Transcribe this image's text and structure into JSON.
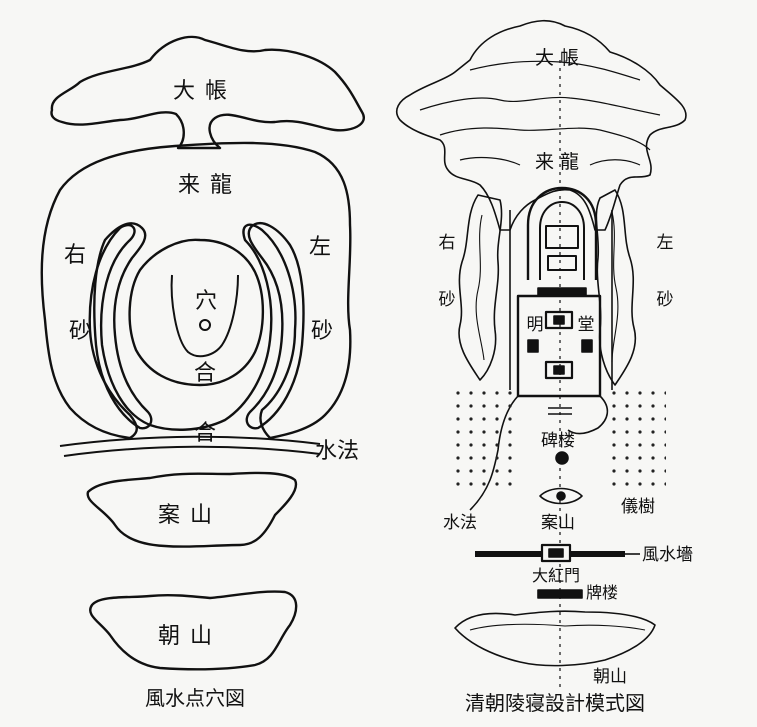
{
  "left_diagram": {
    "title": "風水点穴図",
    "labels": {
      "dachang": "大帳",
      "lailong": "来龍",
      "you": "右",
      "sha_r": "砂",
      "zuo": "左",
      "sha_l": "砂",
      "xue": "穴",
      "he_inner": "合",
      "he_outer": "合",
      "shuifa": "水法",
      "anshan": "案山",
      "chaoshan": "朝山"
    }
  },
  "right_diagram": {
    "title": "清朝陵寝設計模式図",
    "labels": {
      "dachang": "大帳",
      "lailong": "来龍",
      "you": "右",
      "sha_r": "砂",
      "zuo": "左",
      "sha_l": "砂",
      "ming": "明",
      "tang": "堂",
      "beilou": "碑楼",
      "shuifa": "水法",
      "anshan": "案山",
      "yishu": "儀樹",
      "fengshuiqiang": "風水墻",
      "dahongmen": "大紅門",
      "pailou": "牌楼",
      "chaoshan": "朝山"
    }
  }
}
